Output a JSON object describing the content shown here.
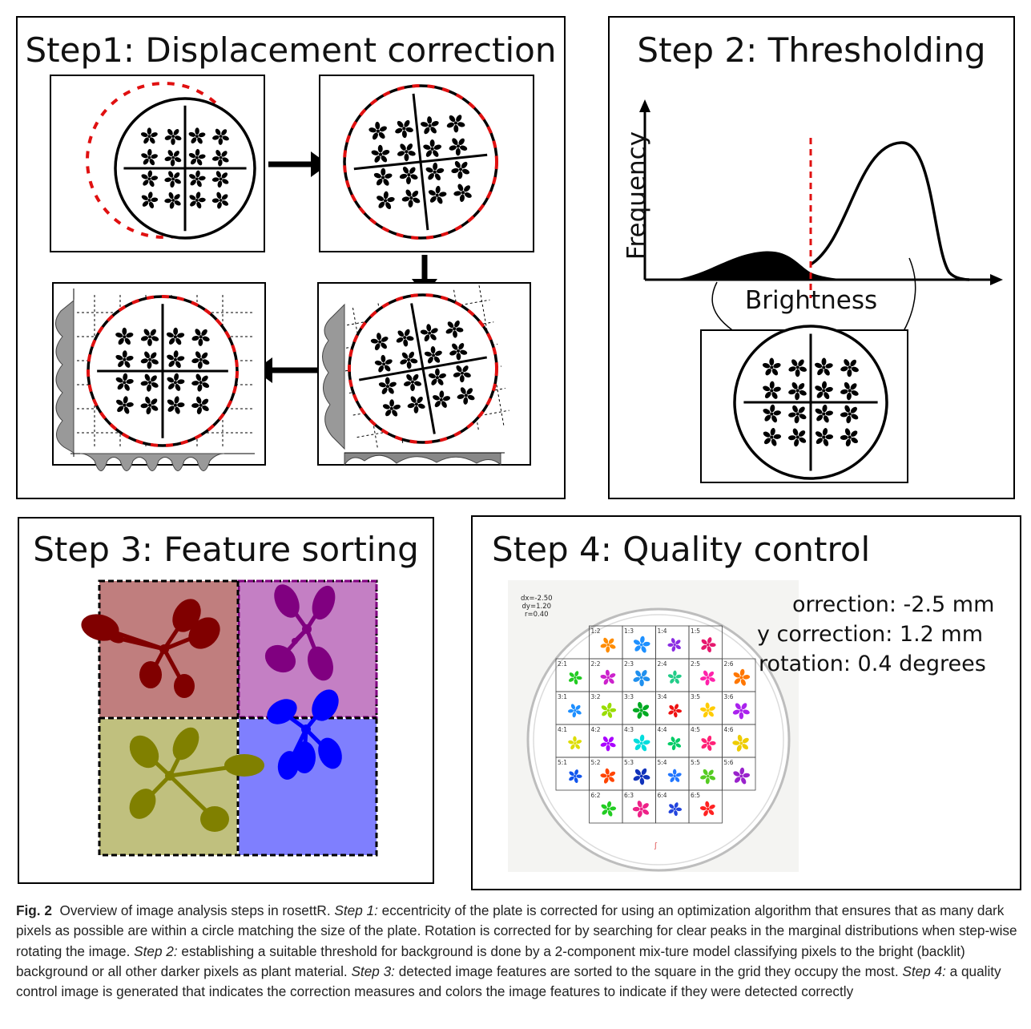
{
  "step1": {
    "title": "Step1: Displacement correction"
  },
  "step2": {
    "title": "Step 2: Thresholding",
    "y_axis_label": "Frequency",
    "x_axis_label": "Brightness"
  },
  "step3": {
    "title": "Step 3: Feature sorting"
  },
  "step4": {
    "title": "Step 4: Quality control",
    "params": [
      "dx=-2.50",
      "dy=1.20",
      "r=0.40"
    ],
    "lines": [
      "orrection: -2.5 mm",
      "y correction: 1.2 mm",
      "rotation: 0.4 degrees"
    ],
    "grid_labels": [
      [
        "",
        "1:2",
        "1:3",
        "1:4",
        "1:5",
        ""
      ],
      [
        "2:1",
        "2:2",
        "2:3",
        "2:4",
        "2:5",
        "2:6"
      ],
      [
        "3:1",
        "3:2",
        "3:3",
        "3:4",
        "3:5",
        "3:6"
      ],
      [
        "4:1",
        "4:2",
        "4:3",
        "4:4",
        "4:5",
        "4:6"
      ],
      [
        "5:1",
        "5:2",
        "5:3",
        "5:4",
        "5:5",
        "5:6"
      ],
      [
        "",
        "6:2",
        "6:3",
        "6:4",
        "6:5",
        ""
      ]
    ],
    "rosette_colors": [
      [
        "",
        "#ff8c00",
        "#1e90ff",
        "#8a2be2",
        "#e6196e",
        ""
      ],
      [
        "#22cc22",
        "#cc22cc",
        "#2090ee",
        "#22cc88",
        "#ff22aa",
        "#ff7700"
      ],
      [
        "#1e8fff",
        "#99dd00",
        "#00aa22",
        "#ee1111",
        "#ffcc00",
        "#aa22ee"
      ],
      [
        "#dddd00",
        "#aa00ff",
        "#00dddd",
        "#00cc66",
        "#ff2277",
        "#eecc00"
      ],
      [
        "#1155ee",
        "#ff4400",
        "#1133bb",
        "#2277ff",
        "#55cc22",
        "#9922cc"
      ],
      [
        "",
        "#22cc22",
        "#ee2288",
        "#2244dd",
        "#ff2222",
        ""
      ]
    ]
  },
  "caption": {
    "fig_label": "Fig. 2",
    "intro": "Overview of image analysis steps in rosettR.",
    "s1_label": "Step 1:",
    "s1_text": "eccentricity of the plate is corrected for using an optimization algorithm that ensures that as many dark pixels as possible are within a circle matching the size of the plate. Rotation is corrected for by searching for clear peaks in the marginal distributions when step-wise rotating the image.",
    "s2_label": "Step 2:",
    "s2_text": "establishing a suitable threshold for background is done by a 2-component mix-ture model classifying pixels to the bright (backlit) background or all other darker pixels as plant material.",
    "s3_label": "Step 3:",
    "s3_text": "detected image features are sorted to the square in the grid they occupy the most.",
    "s4_label": "Step 4:",
    "s4_text": "a quality control image is generated that indicates the correction measures and colors the image features to indicate if they were detected correctly"
  },
  "colors": {
    "dashed_circle": "#e01010",
    "threshold_line": "#e01010",
    "q1_fill": "#c07e7e",
    "q1_plant": "#800000",
    "q2_fill": "#c47fc4",
    "q2_plant": "#800080",
    "q3_fill": "#c0c07e",
    "q3_plant": "#808000",
    "q4_fill": "#7f7ffe",
    "q4_plant": "#0000ff",
    "q2_border": "#800080"
  }
}
